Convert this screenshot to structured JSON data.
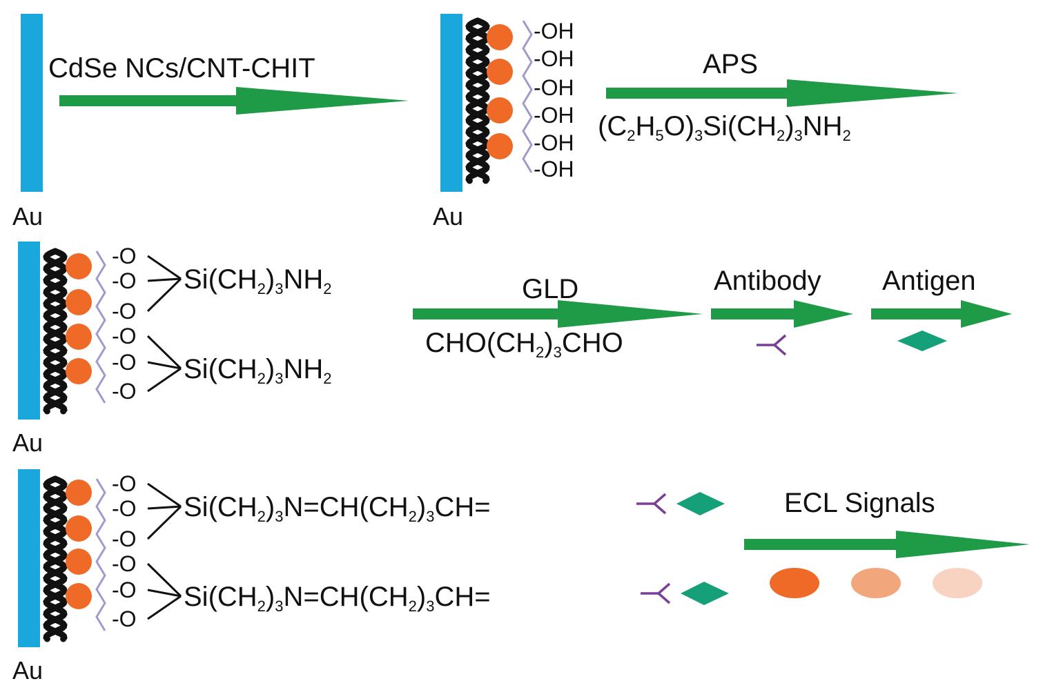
{
  "colors": {
    "electrode": "#1aa7dc",
    "arrow": "#1f9a46",
    "nanocrystal": "#ee6a26",
    "chain": "#a598cc",
    "cnt": "#111111",
    "antibody": "#7a3f97",
    "antigen": "#16a079",
    "ecl": [
      "#ee6a26",
      "#f2a67c",
      "#f8d3c1"
    ]
  },
  "labels": {
    "electrode": "Au",
    "hydroxyl": "-OH",
    "oxygen": "-O",
    "step1": "CdSe NCs/CNT-CHIT",
    "step2_top": "APS",
    "step3_top": "GLD",
    "antibody": "Antibody",
    "antigen": "Antigen",
    "ecl": "ECL Signals"
  },
  "formulas": {
    "aps": [
      {
        "t": "(C"
      },
      {
        "t": "2",
        "s": 1
      },
      {
        "t": "H"
      },
      {
        "t": "5",
        "s": 1
      },
      {
        "t": "O)"
      },
      {
        "t": "3",
        "s": 1
      },
      {
        "t": "Si(CH"
      },
      {
        "t": "2",
        "s": 1
      },
      {
        "t": ")"
      },
      {
        "t": "3",
        "s": 1
      },
      {
        "t": "NH"
      },
      {
        "t": "2",
        "s": 1
      }
    ],
    "silane": [
      {
        "t": "Si(CH"
      },
      {
        "t": "2",
        "s": 1
      },
      {
        "t": ")"
      },
      {
        "t": "3",
        "s": 1
      },
      {
        "t": "NH"
      },
      {
        "t": "2",
        "s": 1
      }
    ],
    "gld": [
      {
        "t": "CHO(CH"
      },
      {
        "t": "2",
        "s": 1
      },
      {
        "t": ")"
      },
      {
        "t": "3",
        "s": 1
      },
      {
        "t": "CHO"
      }
    ],
    "conjugate": [
      {
        "t": "Si(CH"
      },
      {
        "t": "2",
        "s": 1
      },
      {
        "t": ")"
      },
      {
        "t": "3",
        "s": 1
      },
      {
        "t": "N=CH(CH"
      },
      {
        "t": "2",
        "s": 1
      },
      {
        "t": ")"
      },
      {
        "t": "3",
        "s": 1
      },
      {
        "t": "CH="
      }
    ]
  }
}
